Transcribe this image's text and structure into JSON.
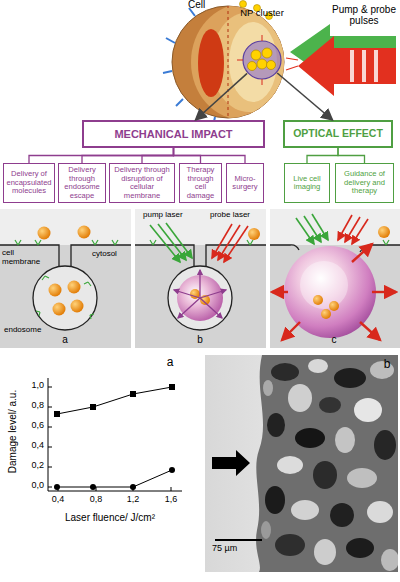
{
  "diagram": {
    "nodes": [
      {
        "text": [
          "Cell"
        ]
      },
      {
        "text": [
          "NP cluster"
        ],
        "in": 0
      },
      {
        "text": [
          "MECHANICAL IMPACT"
        ]
      },
      {
        "text": [
          "OPTICAL EFFECT"
        ]
      },
      {
        "text": [
          "Delivery of encapsulated molecules"
        ]
      },
      {
        "text": [
          "Delivery through endosome escape"
        ]
      },
      {
        "text": [
          "Delivery through disruption of cellular membrane"
        ]
      },
      {
        "text": [
          "Therapy through cell damage"
        ]
      },
      {
        "text": [
          "Micro-surgery"
        ]
      },
      {
        "text": [
          "Live cell imaging"
        ]
      },
      {
        "text": [
          "Guidance of delivery and therapy"
        ]
      }
    ],
    "edges": [
      {
        "from": 1,
        "to": 2,
        "arrow": "to"
      },
      {
        "from": 1,
        "to": 3,
        "arrow": "to"
      },
      {
        "from": 2,
        "to": 4,
        "arrow": "none"
      },
      {
        "from": 2,
        "to": 5,
        "arrow": "none"
      },
      {
        "from": 2,
        "to": 6,
        "arrow": "none"
      },
      {
        "from": 2,
        "to": 7,
        "arrow": "none"
      },
      {
        "from": 2,
        "to": 8,
        "arrow": "none"
      },
      {
        "from": 3,
        "to": 9,
        "arrow": "none"
      },
      {
        "from": 3,
        "to": 10,
        "arrow": "none"
      }
    ],
    "labels": [
      "Pump & probe pulses",
      "pump laser",
      "probe laser",
      "cell membrane",
      "cytosol",
      "endosome",
      "a",
      "b",
      "c",
      "a",
      "Damage level/ a.u.",
      "1,0",
      "0,8",
      "0,6",
      "0,4",
      "0,2",
      "0,0",
      "0,4",
      "0,8",
      "1,2",
      "1,6",
      "Laser fluence/ J/cm²",
      "b",
      "75 µm"
    ]
  }
}
